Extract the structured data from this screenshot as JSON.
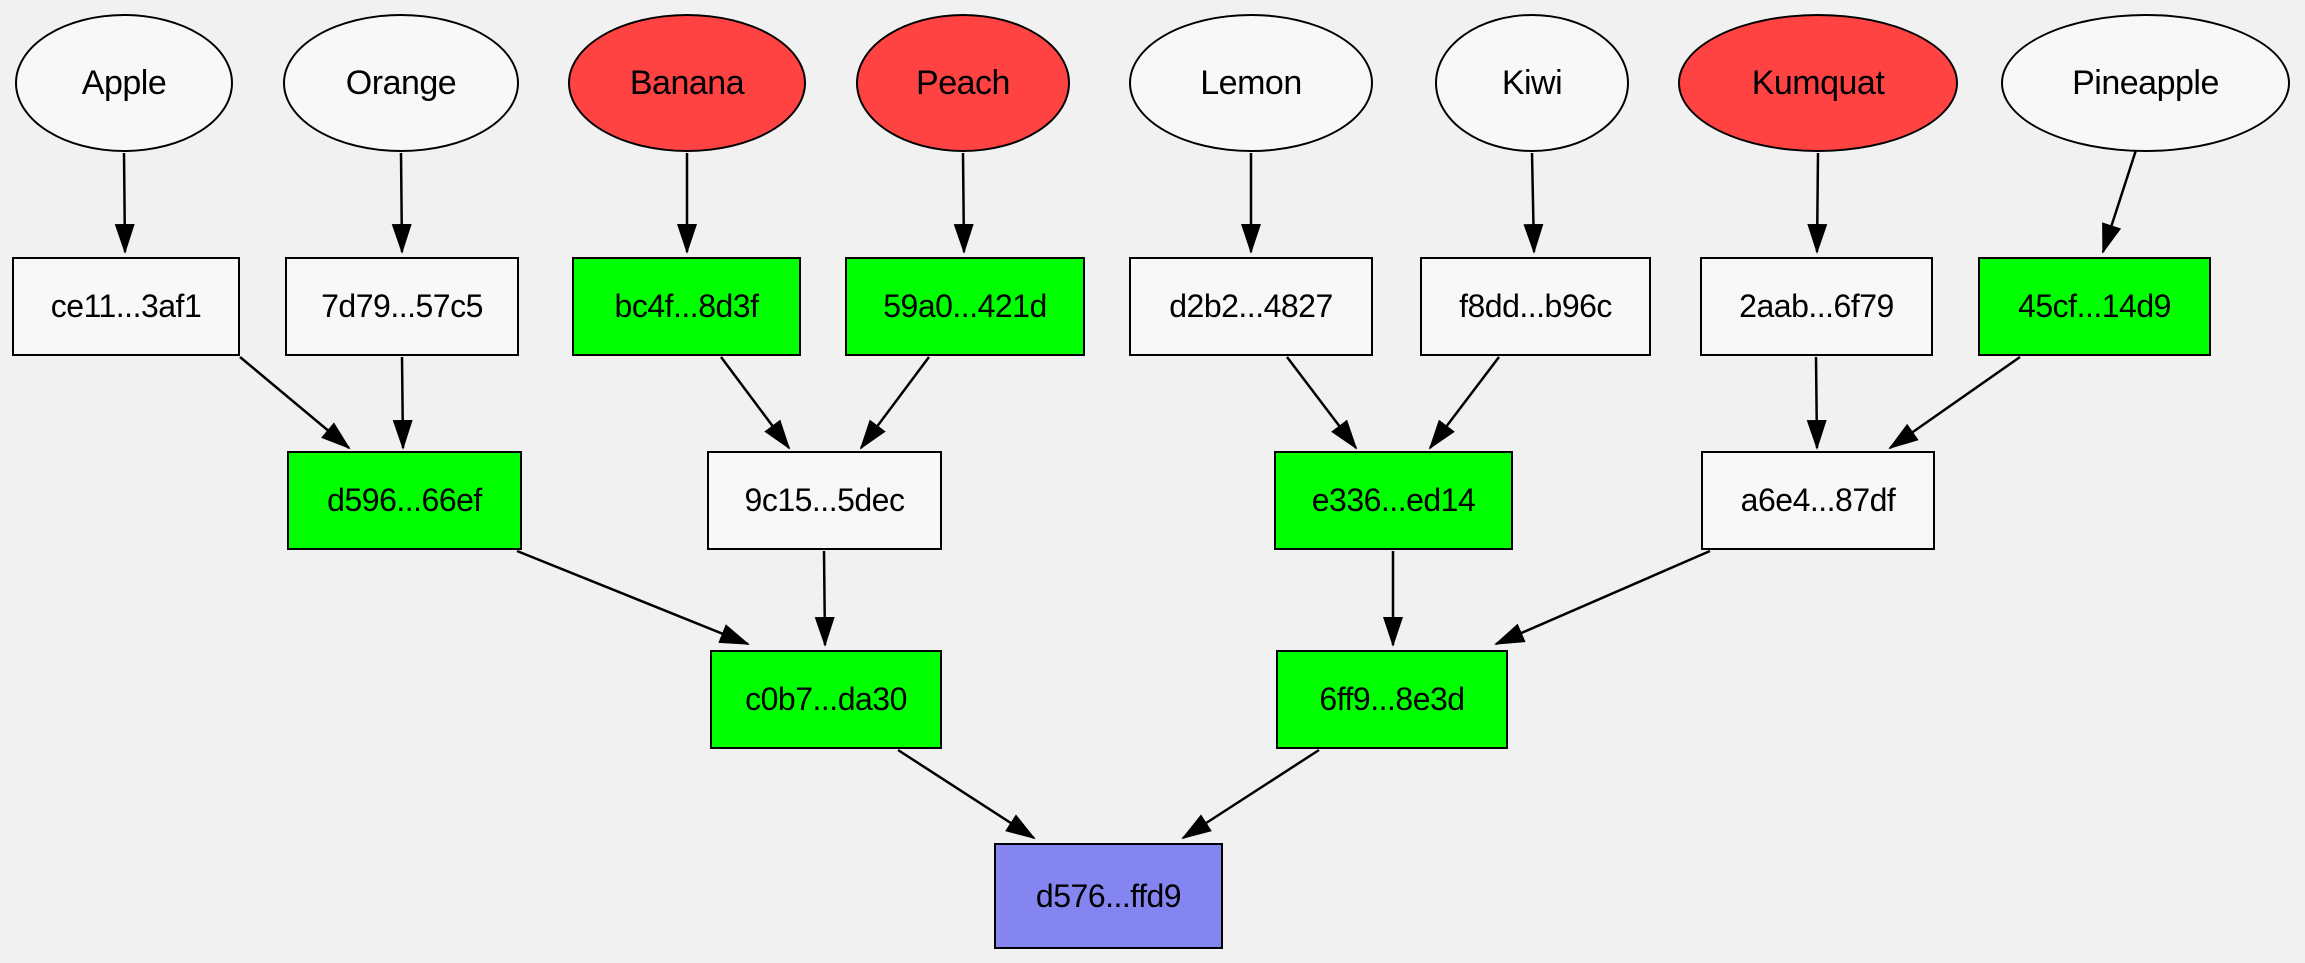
{
  "diagram_type": "merkle-tree",
  "colors": {
    "plain": "#f8f8f8",
    "changed": "#ff4242",
    "recomputed": "#00ff00",
    "root": "#8585f2",
    "background": "#f1f1f2",
    "border": "#000000",
    "edge": "#000000"
  },
  "nodes": {
    "fruits": [
      {
        "label": "Apple",
        "fill": "plain"
      },
      {
        "label": "Orange",
        "fill": "plain"
      },
      {
        "label": "Banana",
        "fill": "changed"
      },
      {
        "label": "Peach",
        "fill": "changed"
      },
      {
        "label": "Lemon",
        "fill": "plain"
      },
      {
        "label": "Kiwi",
        "fill": "plain"
      },
      {
        "label": "Kumquat",
        "fill": "changed"
      },
      {
        "label": "Pineapple",
        "fill": "plain"
      }
    ],
    "leaf_hashes": [
      {
        "label": "ce11...3af1",
        "fill": "plain"
      },
      {
        "label": "7d79...57c5",
        "fill": "plain"
      },
      {
        "label": "bc4f...8d3f",
        "fill": "recomputed"
      },
      {
        "label": "59a0...421d",
        "fill": "recomputed"
      },
      {
        "label": "d2b2...4827",
        "fill": "plain"
      },
      {
        "label": "f8dd...b96c",
        "fill": "plain"
      },
      {
        "label": "2aab...6f79",
        "fill": "plain"
      },
      {
        "label": "45cf...14d9",
        "fill": "recomputed"
      }
    ],
    "internal_hashes": [
      {
        "label": "d596...66ef",
        "fill": "recomputed"
      },
      {
        "label": "9c15...5dec",
        "fill": "plain"
      },
      {
        "label": "e336...ed14",
        "fill": "recomputed"
      },
      {
        "label": "a6e4...87df",
        "fill": "plain"
      }
    ],
    "upper_hashes": [
      {
        "label": "c0b7...da30",
        "fill": "recomputed"
      },
      {
        "label": "6ff9...8e3d",
        "fill": "recomputed"
      }
    ],
    "root_hash": {
      "label": "d576...ffd9",
      "fill": "root"
    }
  },
  "edges": [
    {
      "from": "Apple",
      "to": "ce11...3af1"
    },
    {
      "from": "Orange",
      "to": "7d79...57c5"
    },
    {
      "from": "Banana",
      "to": "bc4f...8d3f"
    },
    {
      "from": "Peach",
      "to": "59a0...421d"
    },
    {
      "from": "Lemon",
      "to": "d2b2...4827"
    },
    {
      "from": "Kiwi",
      "to": "f8dd...b96c"
    },
    {
      "from": "Kumquat",
      "to": "2aab...6f79"
    },
    {
      "from": "Pineapple",
      "to": "45cf...14d9"
    },
    {
      "from": "ce11...3af1",
      "to": "d596...66ef"
    },
    {
      "from": "7d79...57c5",
      "to": "d596...66ef"
    },
    {
      "from": "bc4f...8d3f",
      "to": "9c15...5dec"
    },
    {
      "from": "59a0...421d",
      "to": "9c15...5dec"
    },
    {
      "from": "d2b2...4827",
      "to": "e336...ed14"
    },
    {
      "from": "f8dd...b96c",
      "to": "e336...ed14"
    },
    {
      "from": "2aab...6f79",
      "to": "a6e4...87df"
    },
    {
      "from": "45cf...14d9",
      "to": "a6e4...87df"
    },
    {
      "from": "d596...66ef",
      "to": "c0b7...da30"
    },
    {
      "from": "9c15...5dec",
      "to": "c0b7...da30"
    },
    {
      "from": "e336...ed14",
      "to": "6ff9...8e3d"
    },
    {
      "from": "a6e4...87df",
      "to": "6ff9...8e3d"
    },
    {
      "from": "c0b7...da30",
      "to": "d576...ffd9"
    },
    {
      "from": "6ff9...8e3d",
      "to": "d576...ffd9"
    }
  ]
}
